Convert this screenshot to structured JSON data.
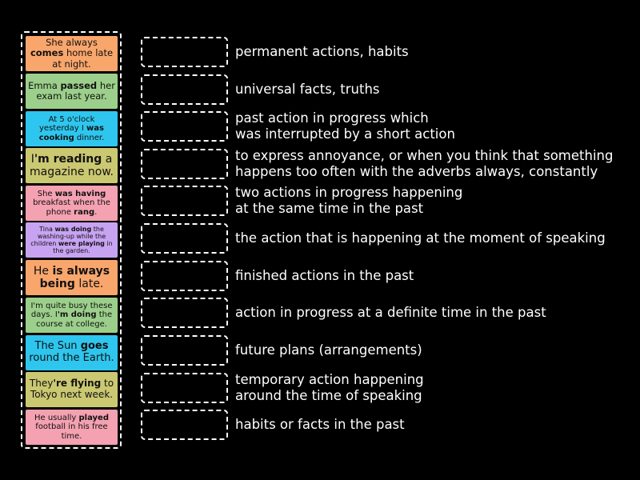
{
  "colors": {
    "background": "#000000",
    "orange": "#f9a66c",
    "green": "#9ccf8b",
    "cyan": "#2ec6ee",
    "olive": "#cbc872",
    "pink": "#f4a1b1",
    "purple": "#c7a3f2"
  },
  "cards": [
    {
      "color": "orange",
      "size": 11.5,
      "parts": [
        {
          "t": "She always "
        },
        {
          "t": "comes",
          "b": true
        },
        {
          "t": " home late at night."
        }
      ]
    },
    {
      "color": "green",
      "size": 11.5,
      "parts": [
        {
          "t": "Emma "
        },
        {
          "t": "passed",
          "b": true
        },
        {
          "t": " her exam last year."
        }
      ]
    },
    {
      "color": "cyan",
      "size": 10,
      "parts": [
        {
          "t": "At 5 o'clock yesterday I "
        },
        {
          "t": "was cooking",
          "b": true
        },
        {
          "t": " dinner."
        }
      ]
    },
    {
      "color": "olive",
      "size": 14,
      "parts": [
        {
          "t": "I"
        },
        {
          "t": "'m reading",
          "b": true
        },
        {
          "t": " a magazine now."
        }
      ]
    },
    {
      "color": "pink",
      "size": 10,
      "parts": [
        {
          "t": "She "
        },
        {
          "t": "was having",
          "b": true
        },
        {
          "t": " breakfast when the phone "
        },
        {
          "t": "rang",
          "b": true
        },
        {
          "t": "."
        }
      ]
    },
    {
      "color": "purple",
      "size": 8,
      "parts": [
        {
          "t": "Tina "
        },
        {
          "t": "was doing",
          "b": true
        },
        {
          "t": " the washing-up while the children "
        },
        {
          "t": "were playing",
          "b": true
        },
        {
          "t": " in the garden."
        }
      ]
    },
    {
      "color": "orange",
      "size": 14,
      "parts": [
        {
          "t": "He "
        },
        {
          "t": "is always being",
          "b": true
        },
        {
          "t": " late."
        }
      ]
    },
    {
      "color": "green",
      "size": 10,
      "parts": [
        {
          "t": "I'm quite busy these days. I"
        },
        {
          "t": "'m doing",
          "b": true
        },
        {
          "t": " the course at college."
        }
      ]
    },
    {
      "color": "cyan",
      "size": 13,
      "parts": [
        {
          "t": "The Sun "
        },
        {
          "t": "goes",
          "b": true
        },
        {
          "t": " round the Earth."
        }
      ]
    },
    {
      "color": "olive",
      "size": 12,
      "parts": [
        {
          "t": "They"
        },
        {
          "t": "'re flying",
          "b": true
        },
        {
          "t": " to Tokyo next week."
        }
      ]
    },
    {
      "color": "pink",
      "size": 10,
      "parts": [
        {
          "t": "He usually "
        },
        {
          "t": "played",
          "b": true
        },
        {
          "t": " football in his free time."
        }
      ]
    }
  ],
  "descriptions": [
    {
      "lines": [
        "permanent actions, habits"
      ]
    },
    {
      "lines": [
        "universal facts, truths"
      ]
    },
    {
      "lines": [
        "past action in progress which",
        "was interrupted by a short action"
      ]
    },
    {
      "lines": [
        "to express annoyance, or when you think that something",
        "happens too often with the adverbs always, constantly"
      ]
    },
    {
      "lines": [
        "two actions in progress happening",
        "at the same time in the past"
      ]
    },
    {
      "lines": [
        "the action that is happening at the moment of speaking"
      ]
    },
    {
      "lines": [
        "finished actions in the past"
      ]
    },
    {
      "lines": [
        "action in progress at a definite time in the past"
      ]
    },
    {
      "lines": [
        "future plans (arrangements)"
      ]
    },
    {
      "lines": [
        "temporary action happening",
        "around the time of speaking"
      ]
    },
    {
      "lines": [
        "habits or facts in the past"
      ]
    }
  ]
}
